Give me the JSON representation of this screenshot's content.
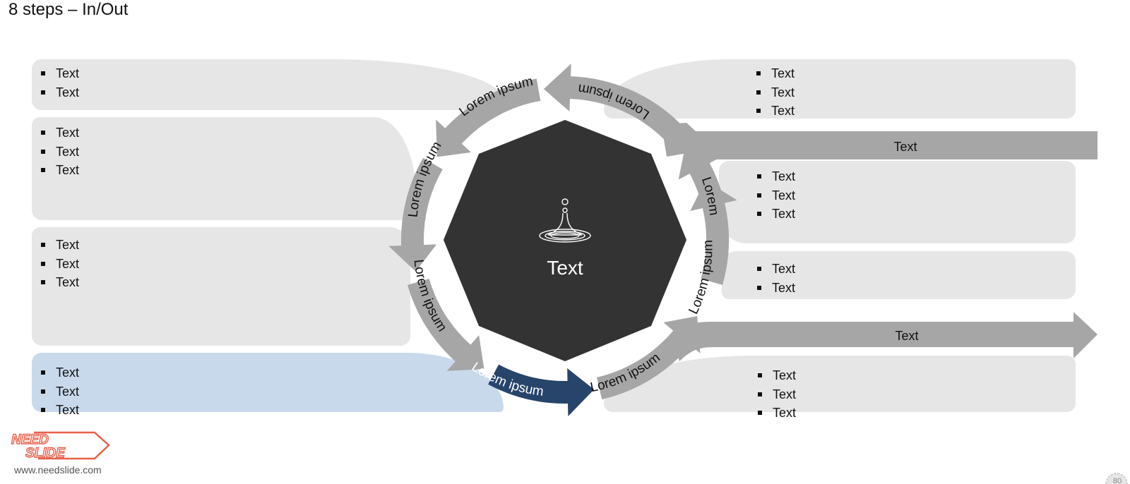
{
  "slide": {
    "title": "8 steps – In/Out",
    "page_number": "80"
  },
  "center": {
    "label": "Text",
    "icon": "water-drop-icon"
  },
  "cycle": {
    "labels": [
      "Lorem ipsum",
      "Lorem ipsum",
      "Lorem ipsum",
      "Lorem ipsum",
      "Lorem ipsum",
      "Lorem ipsum",
      "Lorem ipsum",
      "Lorem"
    ],
    "highlight_index": 3,
    "colors": {
      "segment": "#a6a6a6",
      "highlight": "#27446b",
      "hub": "#333333",
      "box": "#e6e6e6",
      "box_highlight": "#c9d9ec",
      "arrow": "#a6a6a6"
    }
  },
  "boxes": {
    "left_1": [
      "Text",
      "Text"
    ],
    "left_2": [
      "Text",
      "Text",
      "Text"
    ],
    "left_3": [
      "Text",
      "Text",
      "Text"
    ],
    "left_4": [
      "Text",
      "Text",
      "Text"
    ],
    "right_1": [
      "Text",
      "Text",
      "Text"
    ],
    "right_2": [
      "Text",
      "Text",
      "Text"
    ],
    "right_3": [
      "Text",
      "Text"
    ],
    "right_4": [
      "Text",
      "Text",
      "Text"
    ]
  },
  "arrows": {
    "in_label": "Text",
    "out_label": "Text"
  },
  "footer": {
    "brand_line1": "NEED",
    "brand_line2": "SLIDE",
    "website": "www.needslide.com"
  }
}
